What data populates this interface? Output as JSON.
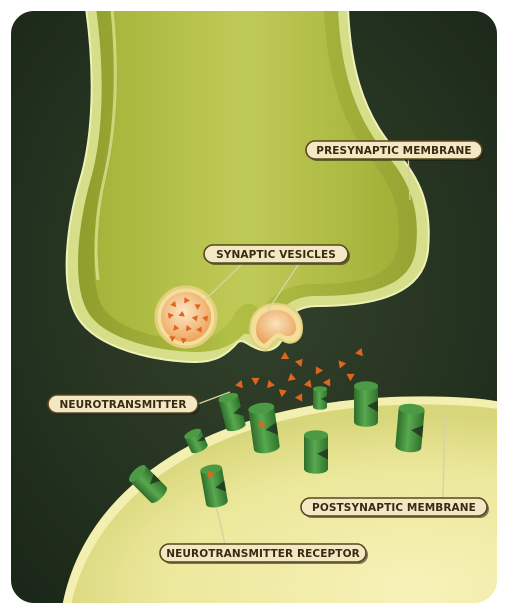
{
  "labels": {
    "presynaptic": "PRESYNAPTIC MEMBRANE",
    "vesicles": "SYNAPTIC VESICLES",
    "neurotransmitter": "NEUROTRANSMITTER",
    "postsynaptic": "POSTSYNAPTIC MEMBRANE",
    "receptor": "NEUROTRANSMITTER RECEPTOR"
  },
  "colors": {
    "background": "#1e2b1c",
    "frame": "#ffffff",
    "presynaptic_fill": "#a6b33a",
    "presynaptic_rim": "#d7df8c",
    "postsynaptic_fill": "#eaea9a",
    "receptor": "#3f8f3a",
    "neurotransmitter": "#e0651e",
    "vesicle": "#f6c98a"
  }
}
